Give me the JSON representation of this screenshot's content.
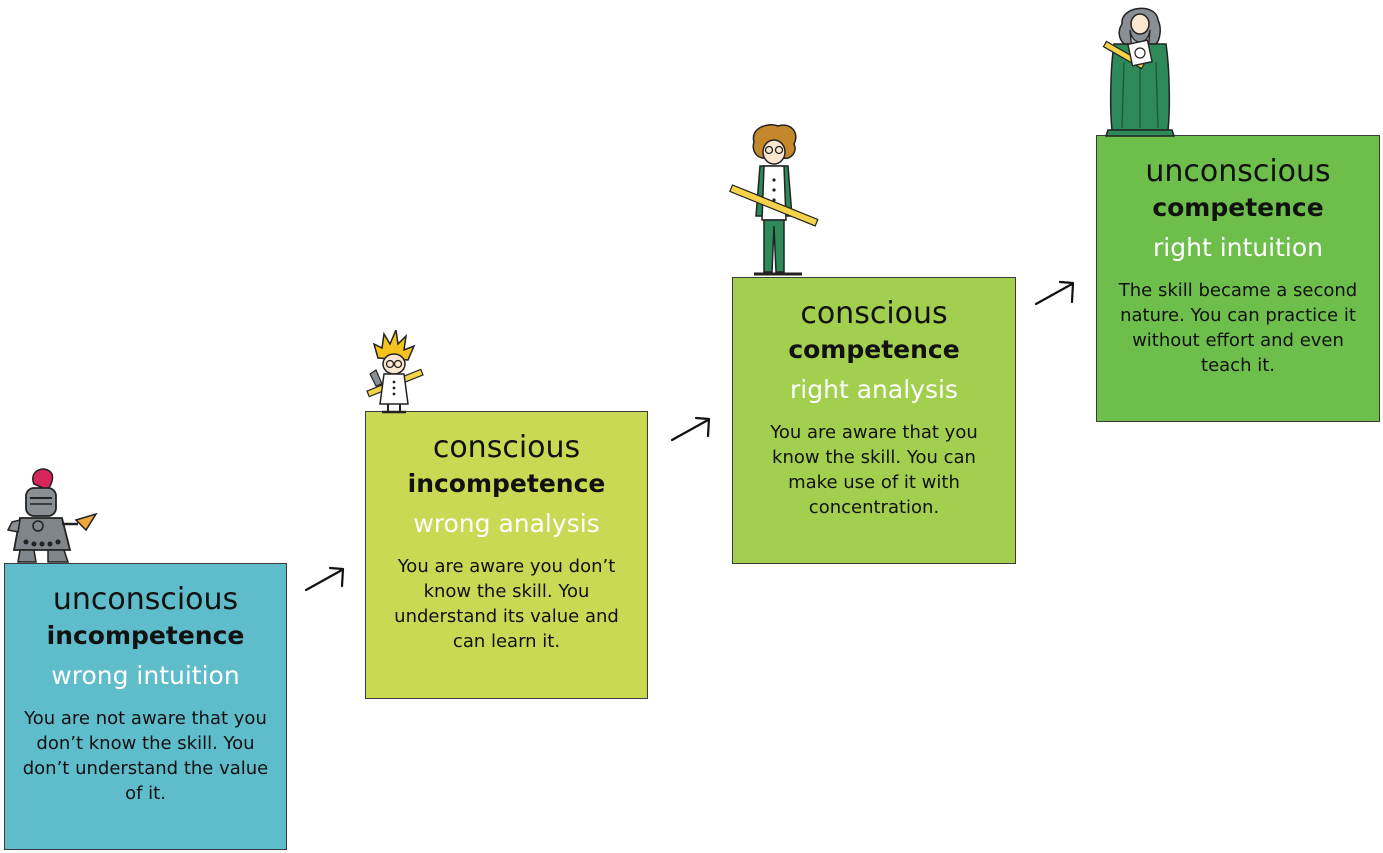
{
  "stages": [
    {
      "line1": "unconscious",
      "line2": "incompetence",
      "line3": "wrong intuition",
      "description": "You are not aware that you don’t know the skill. You don’t understand the value of it.",
      "color": "#5fbdcb"
    },
    {
      "line1": "conscious",
      "line2": "incompetence",
      "line3": "wrong analysis",
      "description": "You are aware you don’t know the skill. You understand its value and can learn it.",
      "color": "#c9d954"
    },
    {
      "line1": "conscious",
      "line2": "competence",
      "line3": "right analysis",
      "description": "You are aware that you know the skill. You can make use of it with concentration.",
      "color": "#a3cf4f"
    },
    {
      "line1": "unconscious",
      "line2": "competence",
      "line3": "right intuition",
      "description": "The skill became a second nature. You can practice it without effort and even teach it.",
      "color": "#6dbe4b"
    }
  ],
  "figures": [
    "knight-figure",
    "scientist-figure",
    "student-figure",
    "wizard-figure"
  ]
}
